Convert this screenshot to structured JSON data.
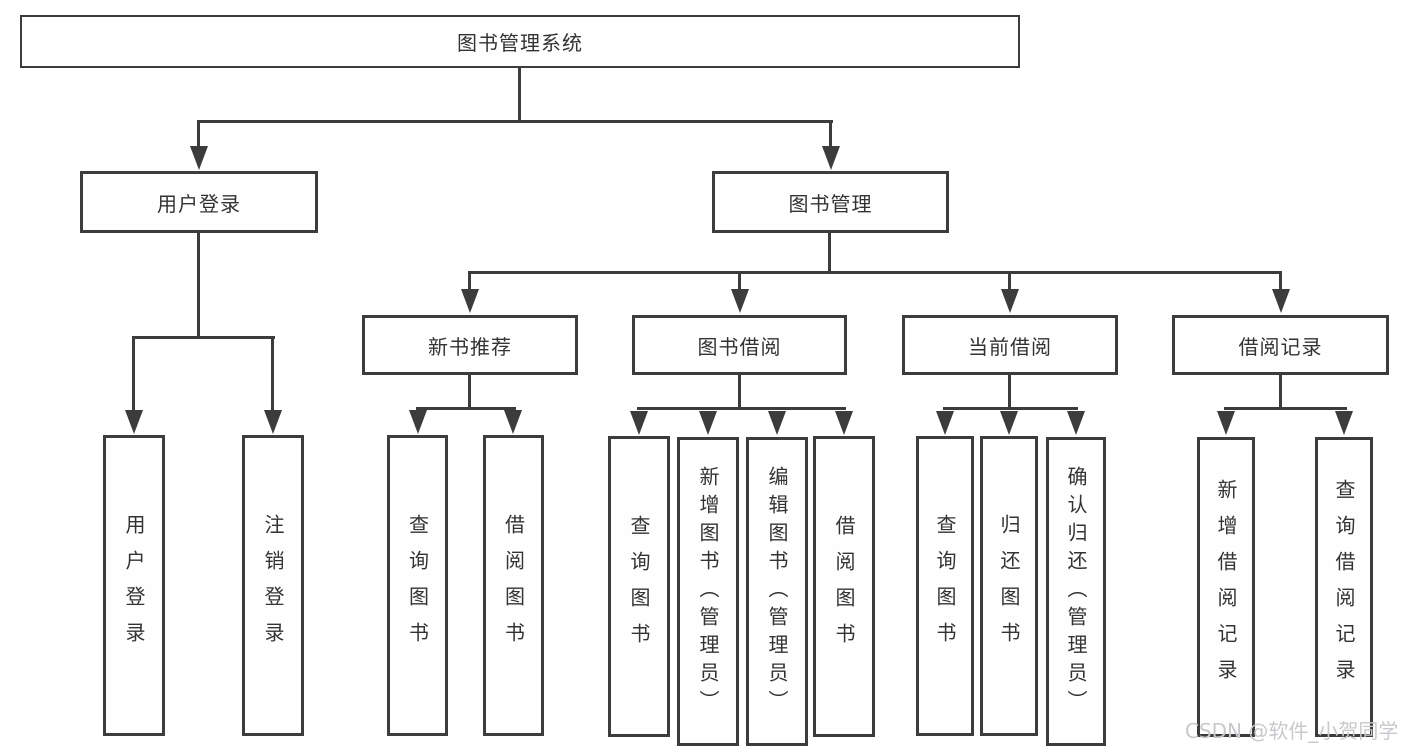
{
  "colors": {
    "line": "#3c3c3c",
    "text": "#333333",
    "watermark": "#c9c9cd"
  },
  "watermark": {
    "text": "CSDN @软件_小贺同学"
  },
  "tree": {
    "label": "图书管理系统",
    "children": [
      {
        "label": "用户登录",
        "children": [
          {
            "label": "用户登录"
          },
          {
            "label": "注销登录"
          }
        ]
      },
      {
        "label": "图书管理",
        "children": [
          {
            "label": "新书推荐",
            "children": [
              {
                "label": "查询图书"
              },
              {
                "label": "借阅图书"
              }
            ]
          },
          {
            "label": "图书借阅",
            "children": [
              {
                "label": "查询图书"
              },
              {
                "label": "新增图书（管理员）"
              },
              {
                "label": "编辑图书（管理员）"
              },
              {
                "label": "借阅图书"
              }
            ]
          },
          {
            "label": "当前借阅",
            "children": [
              {
                "label": "查询图书"
              },
              {
                "label": "归还图书"
              },
              {
                "label": "确认归还（管理员）"
              }
            ]
          },
          {
            "label": "借阅记录",
            "children": [
              {
                "label": "新增借阅记录"
              },
              {
                "label": "查询借阅记录"
              }
            ]
          }
        ]
      }
    ]
  }
}
